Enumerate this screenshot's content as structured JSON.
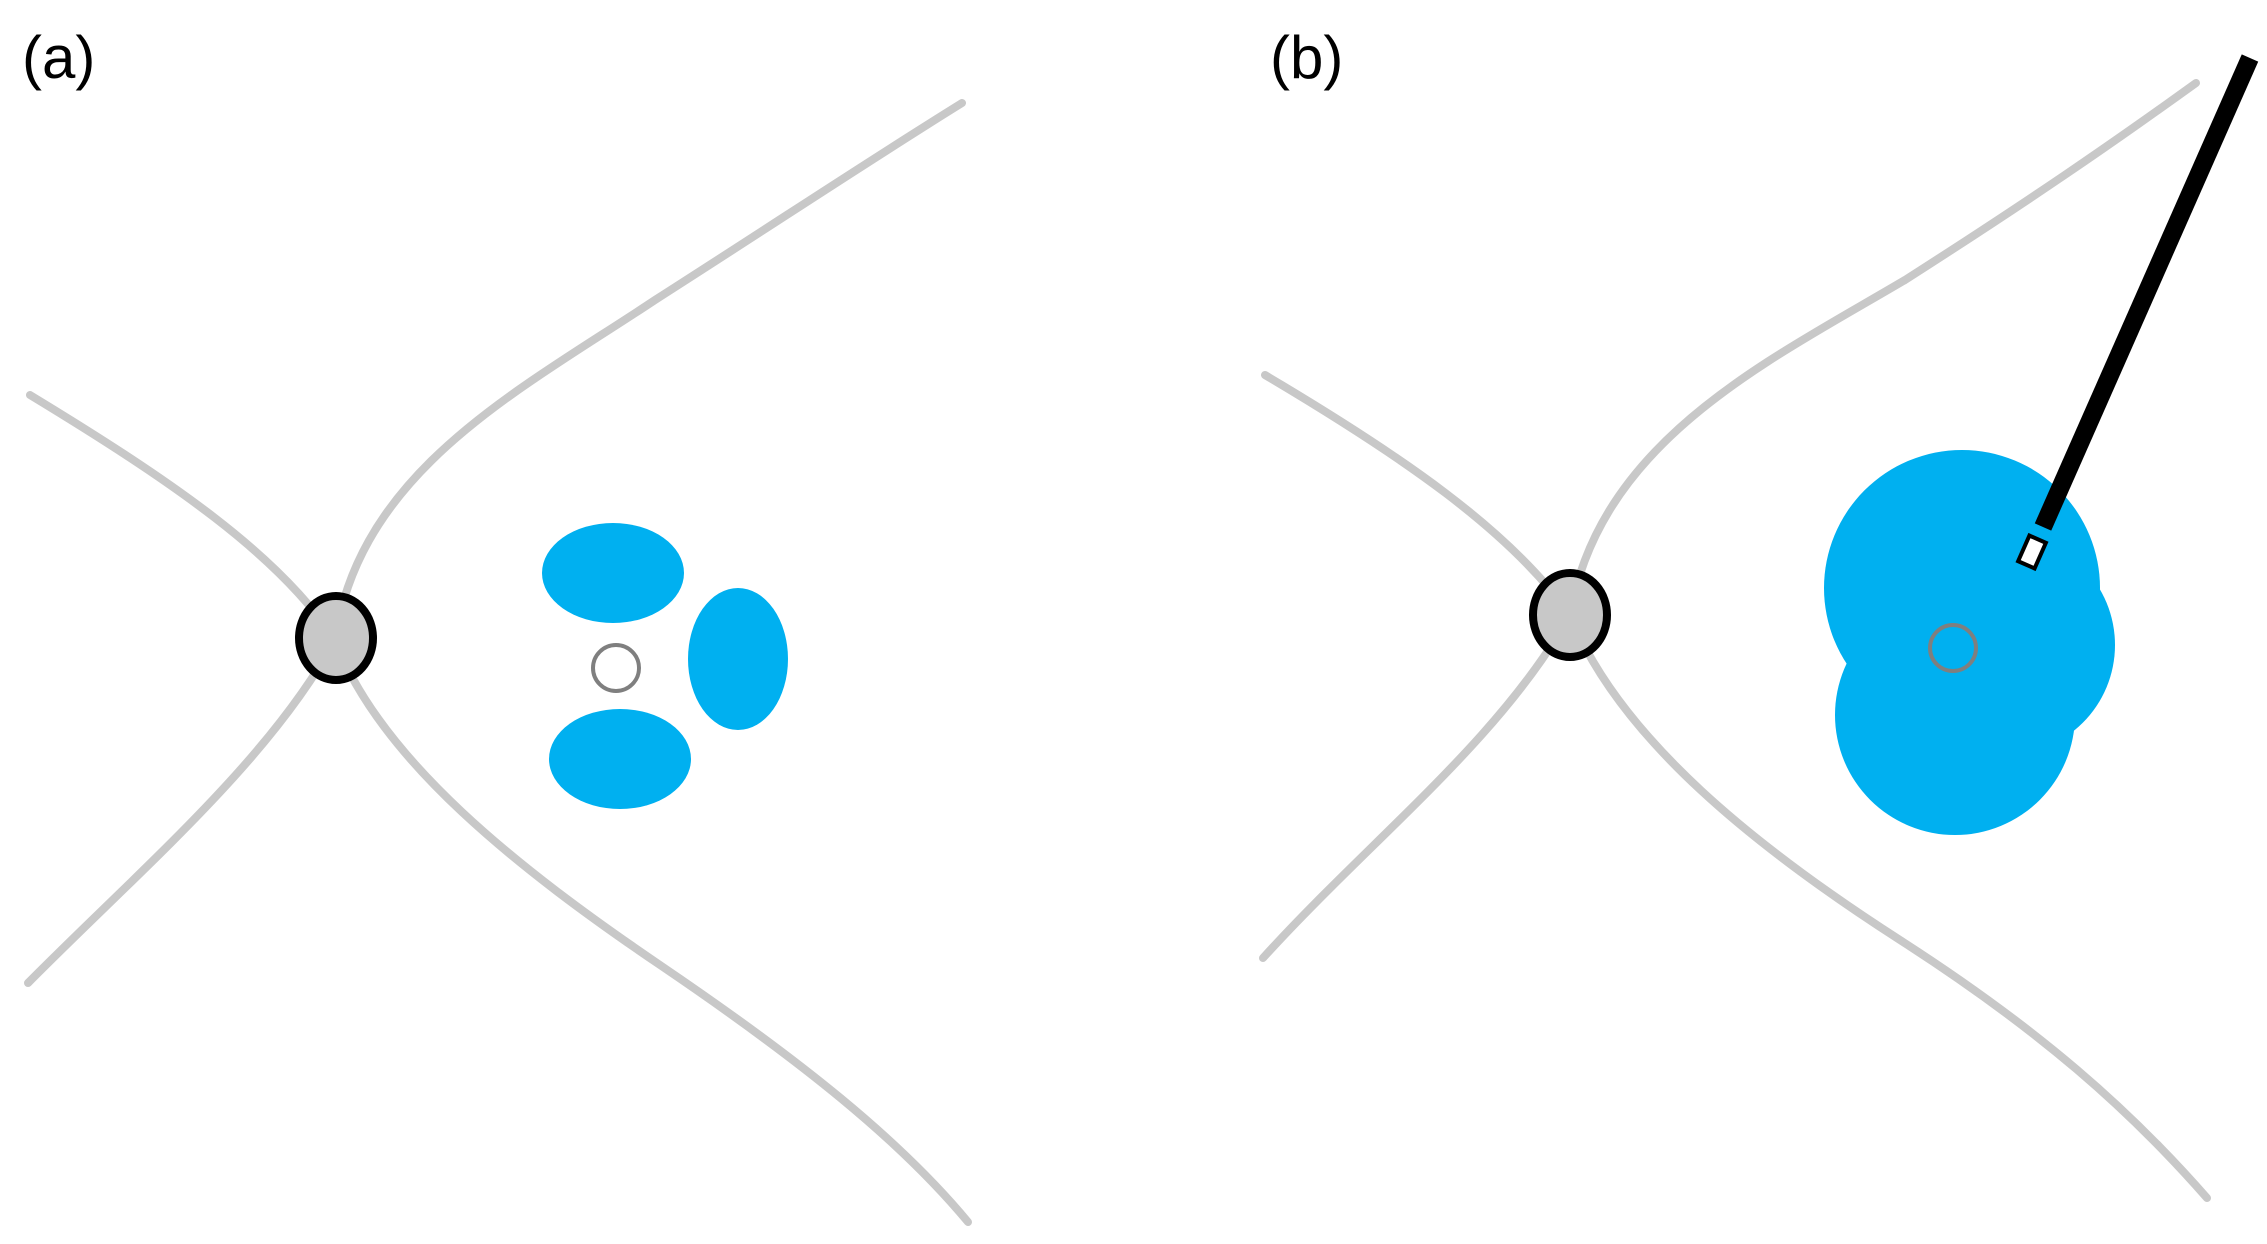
{
  "panels": [
    {
      "label": "(a)",
      "description_blobs": 3
    },
    {
      "label": "(b)"
    }
  ],
  "colors": {
    "curve": "#c8c8c8",
    "cyan_blob": "#00b0f0",
    "nucleus_fill": "#c8c8c8",
    "nucleus_outline": "#000000",
    "center_ring": "#7f7f7f",
    "probe": "#000000"
  }
}
